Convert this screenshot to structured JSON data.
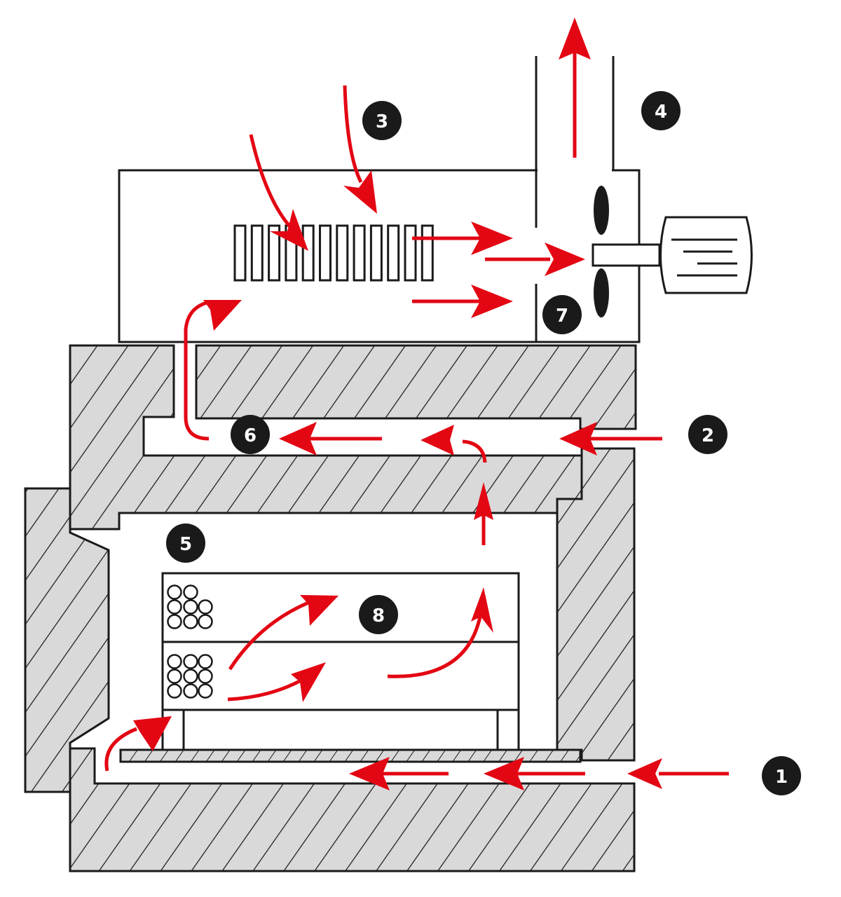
{
  "title": "Furnace airflow cross-section diagram",
  "colors": {
    "accent": "#e30613",
    "wall_fill": "#d9d9d9",
    "line": "#1a1a1a",
    "background": "#ffffff"
  },
  "badges": [
    {
      "id": "1",
      "label": "1"
    },
    {
      "id": "2",
      "label": "2"
    },
    {
      "id": "3",
      "label": "3"
    },
    {
      "id": "4",
      "label": "4"
    },
    {
      "id": "5",
      "label": "5"
    },
    {
      "id": "6",
      "label": "6"
    },
    {
      "id": "7",
      "label": "7"
    },
    {
      "id": "8",
      "label": "8"
    }
  ],
  "components": {
    "heat_exchanger_fins": 12,
    "fan": "fan-icon",
    "motor": "motor-icon",
    "load_top_tray": "coil-bundle",
    "load_bottom_tray": "coil-bundle",
    "exhaust": "exhaust-stack"
  }
}
